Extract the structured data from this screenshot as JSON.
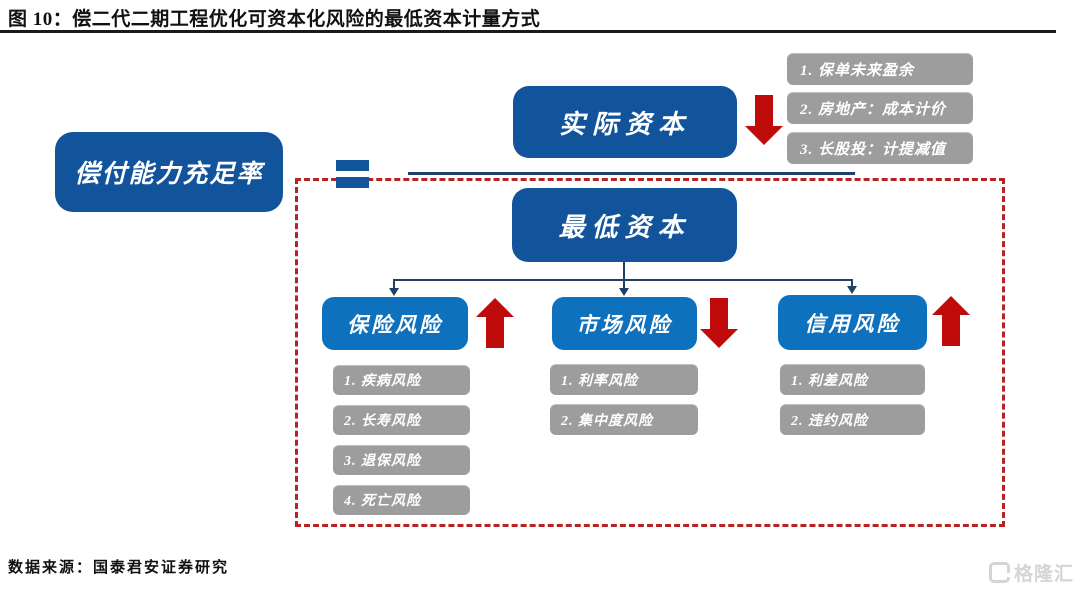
{
  "header": {
    "title": "图 10：偿二代二期工程优化可资本化风险的最低资本计量方式"
  },
  "colors": {
    "navy": "#11549b",
    "blue": "#0e71bd",
    "red": "#c00b0b",
    "dash_red": "#b82222",
    "line": "#1f4068",
    "gray": "#9d9d9d",
    "watermark": "#d5d5d5"
  },
  "formula": {
    "result_label": "偿付能力充足率",
    "equals_sign": "=",
    "numerator_label": "实际资本",
    "numerator_trend": "down",
    "denominator_label": "最低资本"
  },
  "numerator_notes": [
    "1. 保单未来盈余",
    "2. 房地产：成本计价",
    "3. 长股投：计提减值"
  ],
  "risks": [
    {
      "label": "保险风险",
      "trend": "up",
      "items": [
        "1. 疾病风险",
        "2. 长寿风险",
        "3. 退保风险",
        "4. 死亡风险"
      ]
    },
    {
      "label": "市场风险",
      "trend": "down",
      "items": [
        "1. 利率风险",
        "2. 集中度风险"
      ]
    },
    {
      "label": "信用风险",
      "trend": "up",
      "items": [
        "1. 利差风险",
        "2. 违约风险"
      ]
    }
  ],
  "footer": {
    "source": "数据来源：国泰君安证券研究",
    "watermark": "格隆汇"
  }
}
